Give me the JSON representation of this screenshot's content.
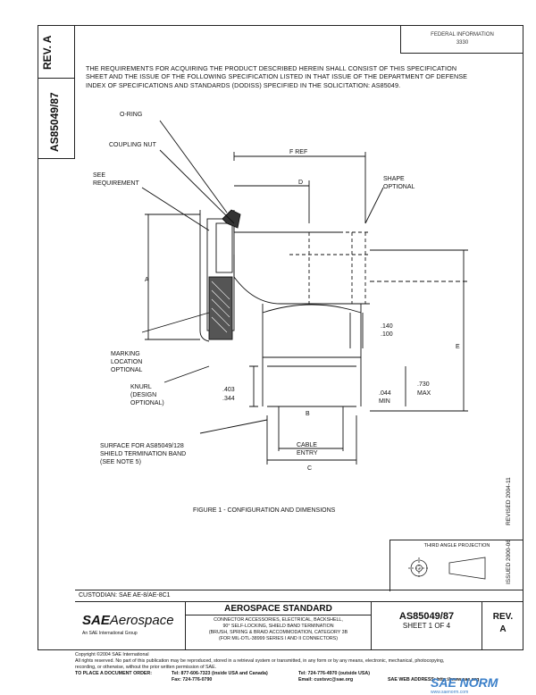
{
  "revision_tab": {
    "label": "REV.\nA",
    "rev_label": "REV.",
    "rev_value": "A"
  },
  "doc_id_vertical": "AS85049/87",
  "top_right_note": {
    "line1": "FEDERAL INFORMATION",
    "line2": "3330"
  },
  "requirements_text": "THE REQUIREMENTS FOR ACQUIRING THE PRODUCT DESCRIBED HEREIN SHALL CONSIST OF THIS SPECIFICATION SHEET AND THE ISSUE OF THE FOLLOWING SPECIFICATION LISTED IN THAT ISSUE OF THE DEPARTMENT OF DEFENSE INDEX OF SPECIFICATIONS AND STANDARDS (DODISS) SPECIFIED IN THE SOLICITATION: AS85049.",
  "drawing_labels": {
    "o_ring": "O-RING",
    "coupling_nut": "COUPLING NUT",
    "see_requirement": [
      "SEE",
      "REQUIREMENT"
    ],
    "f_ref": "F REF",
    "d": "D",
    "shape_optional": [
      "SHAPE",
      "OPTIONAL"
    ],
    "a": "A",
    "marking_location": [
      "MARKING",
      "LOCATION",
      "OPTIONAL"
    ],
    "knurl": [
      "KNURL",
      "(DESIGN",
      "OPTIONAL)"
    ],
    "dim_140": ".140",
    "dim_100": ".100",
    "e": "E",
    "dim_403": ".403",
    "dim_344": ".344",
    "dim_044": ".044",
    "min": "MIN",
    "dim_730": ".730",
    "max": "MAX",
    "b": "B",
    "cable_entry": [
      "CABLE",
      "ENTRY"
    ],
    "c": "C",
    "surface": [
      "SURFACE FOR AS85049/128",
      "SHIELD TERMINATION BAND",
      "(SEE NOTE 5)"
    ]
  },
  "figure_caption": "FIGURE 1 - CONFIGURATION AND DIMENSIONS",
  "side_revised": "REVISED 2004-11",
  "side_issued": "ISSUED 2000-06",
  "third_angle": "THIRD ANGLE PROJECTION",
  "custodian": "CUSTODIAN: SAE AE-8/AE-8C1",
  "title_block": {
    "brand_bold": "SAE",
    "brand_rest": "Aerospace",
    "brand_sub": "An SAE International Group",
    "header": "AEROSPACE STANDARD",
    "description": [
      "CONNECTOR ACCESSORIES, ELECTRICAL, BACKSHELL,",
      "90° SELF-LOCKING, SHIELD BAND TERMINATION",
      "(BRUSH, SPRING & BRAID ACCOMMODATION, CATEGORY 3B",
      "(FOR MIL-DTL-38999 SERIES I AND II CONNECTORS)"
    ],
    "doc_number": "AS85049/87",
    "sheet": "SHEET 1 OF 4",
    "rev_label": "REV.",
    "rev_value": "A"
  },
  "footer": {
    "copyright": "Copyright ©2004 SAE International",
    "rights": "All rights reserved. No part of this publication may be reproduced, stored in a retrieval system or transmitted, in any form or by any means, electronic, mechanical, photocopying,",
    "rights2": "recording, or otherwise, without the prior written permission of SAE.",
    "order_label": "TO PLACE A DOCUMENT ORDER:",
    "tel": "Tel:  877-606-7323 (inside USA and Canada)",
    "tel2": "Tel:  724-776-4970 (outside USA)",
    "fax": "Fax:  724-776-0790",
    "email": "Email:  custsvc@sae.org",
    "web": "SAE WEB ADDRESS:  http://www.sae.org"
  },
  "watermark": {
    "main": "SAE NORM",
    "sub": "www.saenorm.com"
  }
}
